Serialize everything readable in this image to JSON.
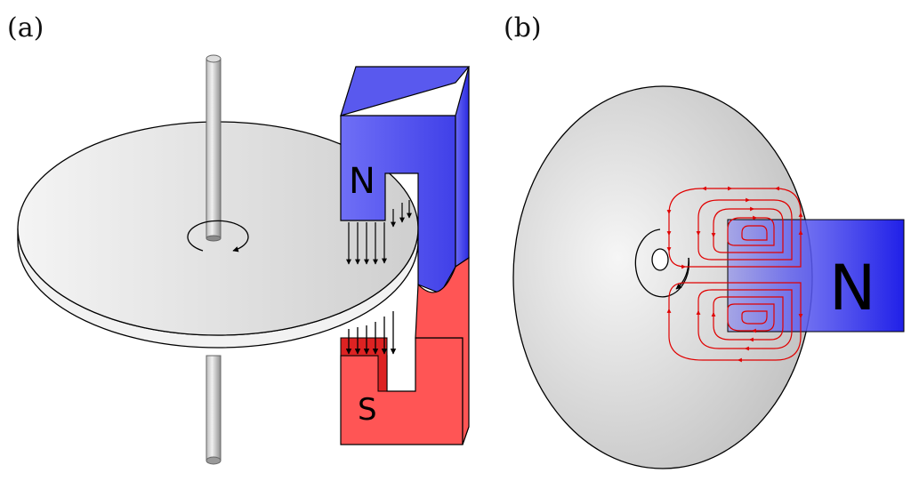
{
  "panels": {
    "a": {
      "label": "(a)",
      "north_label": "N",
      "south_label": "S"
    },
    "b": {
      "label": "(b)",
      "north_label": "N"
    }
  },
  "colors": {
    "north_pole": "#4d4df2",
    "south_pole": "#ff5555",
    "disc": "#dcdcdc",
    "eddy_current": "#e00000",
    "field_arrows": "#000000"
  }
}
